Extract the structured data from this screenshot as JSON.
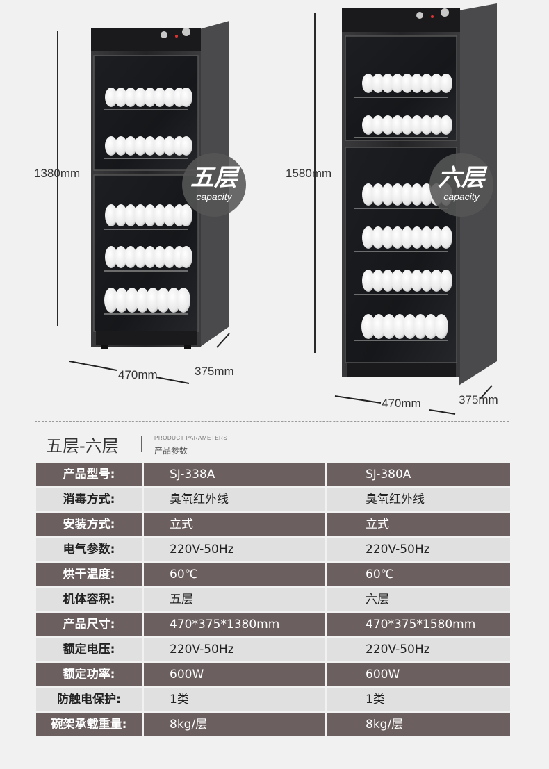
{
  "hero": {
    "left_product": {
      "height_label": "1380mm",
      "width_label": "470mm",
      "depth_label": "375mm",
      "badge_main": "五层",
      "badge_sub": "capacity"
    },
    "right_product": {
      "height_label": "1580mm",
      "width_label": "470mm",
      "depth_label": "375mm",
      "badge_main": "六层",
      "badge_sub": "capacity"
    }
  },
  "section": {
    "title": "五层-六层",
    "en_label": "PRODUCT PARAMETERS",
    "cn_label": "产品参数"
  },
  "specs": [
    {
      "label": "产品型号:",
      "a": "SJ-338A",
      "b": "SJ-380A"
    },
    {
      "label": "消毒方式:",
      "a": "臭氧红外线",
      "b": "臭氧红外线"
    },
    {
      "label": "安装方式:",
      "a": "立式",
      "b": "立式"
    },
    {
      "label": "电气参数:",
      "a": "220V-50Hz",
      "b": "220V-50Hz"
    },
    {
      "label": "烘干温度:",
      "a": "60℃",
      "b": "60℃"
    },
    {
      "label": "机体容积:",
      "a": "五层",
      "b": "六层"
    },
    {
      "label": "产品尺寸:",
      "a": "470*375*1380mm",
      "b": "470*375*1580mm"
    },
    {
      "label": "额定电压:",
      "a": "220V-50Hz",
      "b": "220V-50Hz"
    },
    {
      "label": "额定功率:",
      "a": "600W",
      "b": "600W"
    },
    {
      "label": "防触电保护:",
      "a": "1类",
      "b": "1类"
    },
    {
      "label": "碗架承载重量:",
      "a": "8kg/层",
      "b": "8kg/层"
    }
  ],
  "colors": {
    "dark_row": "#6b5f5f",
    "light_row": "#e0e0e0",
    "cabinet_body": "#2c2c2e"
  }
}
